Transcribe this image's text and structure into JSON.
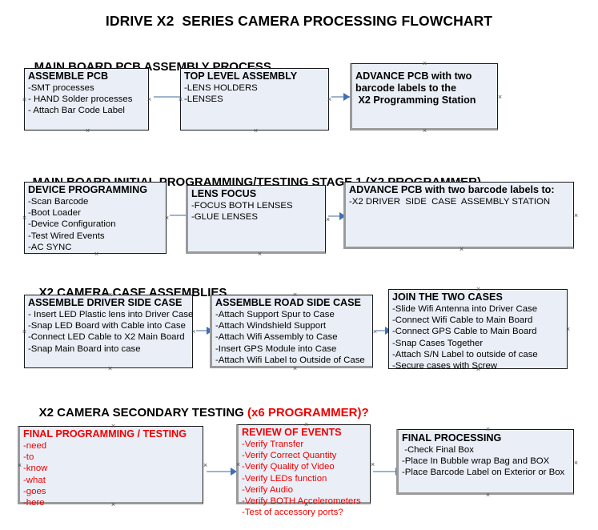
{
  "document": {
    "title": "IDRIVE X2  SERIES CAMERA PROCESSING FLOWCHART"
  },
  "colors": {
    "box_fill": "#eaeff7",
    "box_border": "#17181a",
    "accent_red": "#ee0000",
    "connector_line": "#9fb4cc",
    "connector_head": "#3f6fb5",
    "shadow": "#9a9a9a",
    "text": "#000000"
  },
  "sections": [
    {
      "id": "main-board-pcb-assembly",
      "heading": "MAIN BOARD PCB ASSEMBLY PROCESS",
      "heading_accent": "",
      "boxes": [
        {
          "id": "assemble-pcb",
          "title": "ASSEMBLE PCB",
          "title_color": "black",
          "lines": [
            "-SMT processes",
            "- HAND Solder processes",
            "- Attach Bar Code Label"
          ]
        },
        {
          "id": "top-level-assembly",
          "title": "TOP LEVEL ASSEMBLY",
          "title_color": "black",
          "lines": [
            "-LENS HOLDERS",
            "-LENSES"
          ]
        },
        {
          "id": "advance-pcb-programming-station",
          "title": "ADVANCE PCB with two",
          "title_color": "black",
          "lines": [
            "barcode labels to the",
            " X2 Programming Station"
          ]
        }
      ]
    },
    {
      "id": "main-board-initial-programming",
      "heading": "MAIN BOARD INITIAL PROGRAMMING/TESTING STAGE 1 (X2 PROGRAMMER)",
      "heading_accent": "",
      "boxes": [
        {
          "id": "device-programming",
          "title": "DEVICE PROGRAMMING",
          "title_color": "black",
          "lines": [
            "-Scan Barcode",
            "-Boot Loader",
            "-Device Configuration",
            "-Test Wired Events",
            "-AC SYNC"
          ]
        },
        {
          "id": "lens-focus",
          "title": "LENS FOCUS",
          "title_color": "black",
          "lines": [
            "-FOCUS BOTH LENSES",
            "-GLUE LENSES"
          ]
        },
        {
          "id": "advance-pcb-driver-side-case",
          "title": "ADVANCE PCB with two barcode labels to:",
          "title_color": "black",
          "lines": [
            "-X2 DRIVER  SIDE  CASE  ASSEMBLY STATION"
          ]
        }
      ]
    },
    {
      "id": "x2-camera-case-assemblies",
      "heading": "X2 CAMERA CASE ASSEMBLIES",
      "heading_accent": "",
      "boxes": [
        {
          "id": "assemble-driver-side-case",
          "title": "ASSEMBLE DRIVER SIDE CASE",
          "title_color": "black",
          "lines": [
            "- Insert LED Plastic lens into Driver Case",
            "-Snap LED Board with Cable into Case",
            "-Connect LED Cable to X2 Main Board",
            "-Snap Main Board into case"
          ]
        },
        {
          "id": "assemble-road-side-case",
          "title": "ASSEMBLE ROAD SIDE CASE",
          "title_color": "black",
          "lines": [
            "-Attach Support Spur to Case",
            "-Attach Windshield Support",
            "-Attach Wifi Assembly to Case",
            "-Insert GPS Module into Case",
            "-Attach Wifi Label to Outside of Case"
          ]
        },
        {
          "id": "join-the-two-cases",
          "title": "JOIN THE TWO CASES",
          "title_color": "black",
          "lines": [
            "-Slide Wifi Antenna into Driver Case",
            "-Connect Wifi Cable to Main Board",
            "-Connect GPS Cable to Main Board",
            "-Snap Cases Together",
            "-Attach S/N Label to outside of case",
            "-Secure cases with Screw"
          ]
        }
      ]
    },
    {
      "id": "x2-camera-secondary-testing",
      "heading": "X2 CAMERA SECONDARY TESTING ",
      "heading_accent": "(x6 PROGRAMMER)?",
      "boxes": [
        {
          "id": "final-programming-testing",
          "title": "FINAL PROGRAMMING / TESTING",
          "title_color": "red",
          "lines": [
            "-need",
            "-to",
            "-know",
            "-what",
            "-goes",
            "-here"
          ]
        },
        {
          "id": "review-of-events",
          "title": "REVIEW OF EVENTS",
          "title_color": "red",
          "lines": [
            "-Verify Transfer",
            "-Verify Correct Quantity",
            "-Verify Quality of Video",
            "-Verify LEDs function",
            "-Verify Audio",
            "-Verify BOTH Accelerometers",
            "-Test of accessory ports?"
          ]
        },
        {
          "id": "final-processing",
          "title": "FINAL PROCESSING",
          "title_color": "black",
          "lines": [
            " -Check Final Box",
            "-Place In Bubble wrap Bag and BOX",
            "-Place Barcode Label on Exterior or Box"
          ]
        }
      ]
    }
  ]
}
